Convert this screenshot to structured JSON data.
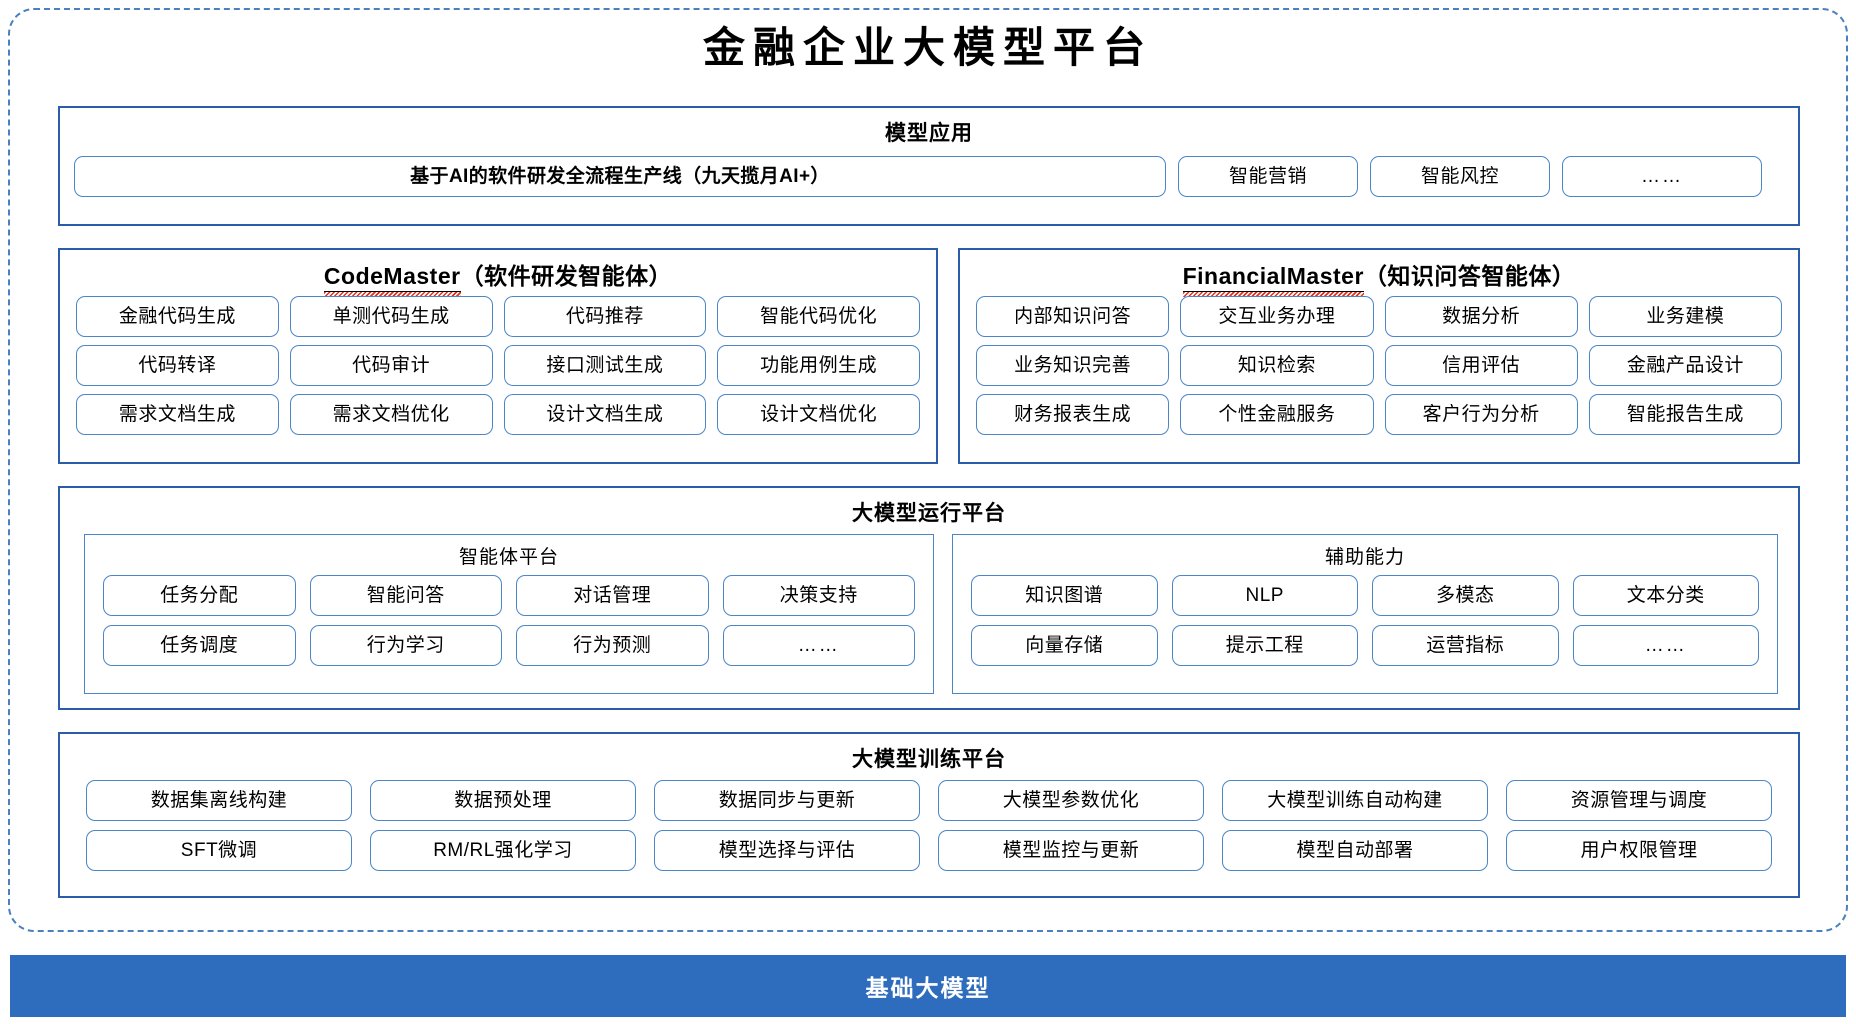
{
  "title": "金融企业大模型平台",
  "sections": {
    "application": {
      "title": "模型应用",
      "items": [
        "基于AI的软件研发全流程生产线（九天揽月AI+）",
        "智能营销",
        "智能风控",
        "……"
      ]
    },
    "code_master": {
      "title_en": "CodeMaster",
      "title_cn": "（软件研发智能体）",
      "items": [
        "金融代码生成",
        "单测代码生成",
        "代码推荐",
        "智能代码优化",
        "代码转译",
        "代码审计",
        "接口测试生成",
        "功能用例生成",
        "需求文档生成",
        "需求文档优化",
        "设计文档生成",
        "设计文档优化"
      ]
    },
    "financial_master": {
      "title_en": "FinancialMaster",
      "title_cn": "（知识问答智能体）",
      "items": [
        "内部知识问答",
        "交互业务办理",
        "数据分析",
        "业务建模",
        "业务知识完善",
        "知识检索",
        "信用评估",
        "金融产品设计",
        "财务报表生成",
        "个性金融服务",
        "客户行为分析",
        "智能报告生成"
      ]
    },
    "runtime": {
      "title": "大模型运行平台",
      "agent_platform": {
        "title": "智能体平台",
        "items": [
          "任务分配",
          "智能问答",
          "对话管理",
          "决策支持",
          "任务调度",
          "行为学习",
          "行为预测",
          "……"
        ]
      },
      "auxiliary": {
        "title": "辅助能力",
        "items": [
          "知识图谱",
          "NLP",
          "多模态",
          "文本分类",
          "向量存储",
          "提示工程",
          "运营指标",
          "……"
        ]
      }
    },
    "training": {
      "title": "大模型训练平台",
      "items": [
        "数据集离线构建",
        "数据预处理",
        "数据同步与更新",
        "大模型参数优化",
        "大模型训练自动构建",
        "资源管理与调度",
        "SFT微调",
        "RM/RL强化学习",
        "模型选择与评估",
        "模型监控与更新",
        "模型自动部署",
        "用户权限管理"
      ]
    },
    "base": {
      "title": "基础大模型"
    }
  },
  "colors": {
    "frame_border": "#4a7fc1",
    "panel_border": "#2a5ca8",
    "pill_border": "#4a86c8",
    "base_bar": "#2e6cbe",
    "spellcheck_underline": "#e03020"
  }
}
